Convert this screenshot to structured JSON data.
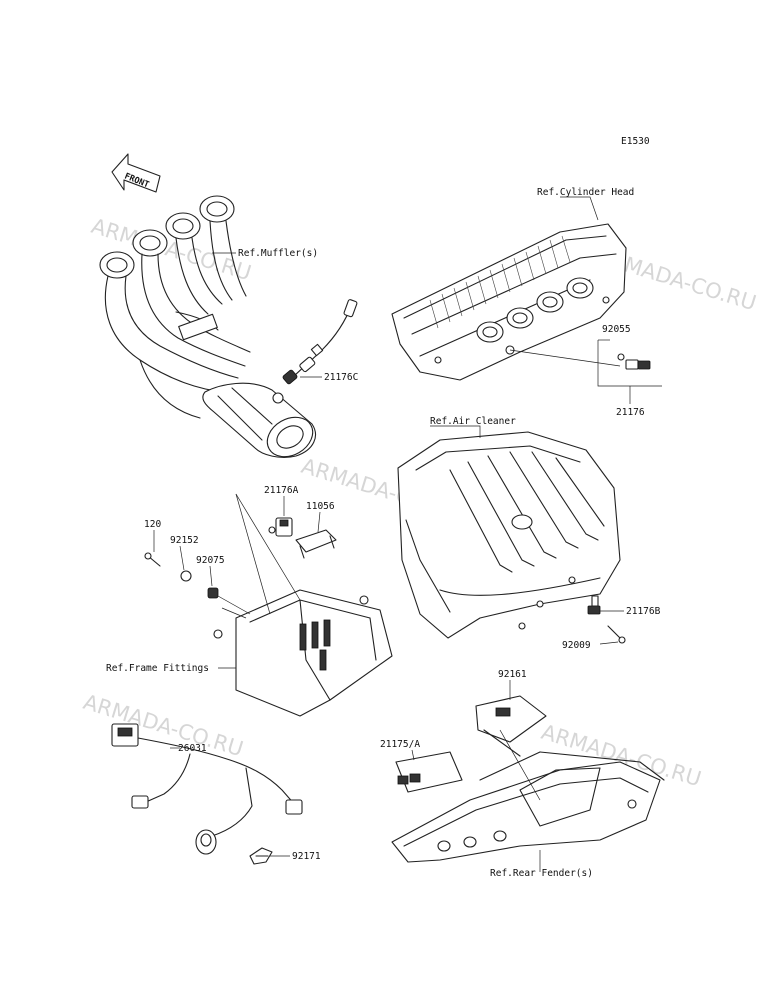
{
  "diagram_code": "E1530",
  "front_arrow_text": "FRONT",
  "watermark": "ARMADA-CO.RU",
  "labels": {
    "ref_cylinder_head": "Ref.Cylinder Head",
    "ref_mufflers": "Ref.Muffler(s)",
    "part_21176C": "21176C",
    "part_92055": "92055",
    "part_21176": "21176",
    "ref_air_cleaner": "Ref.Air Cleaner",
    "part_21176A": "21176A",
    "part_11056": "11056",
    "part_120": "120",
    "part_92152": "92152",
    "part_92075": "92075",
    "part_21176B": "21176B",
    "part_92009": "92009",
    "ref_frame_fittings": "Ref.Frame Fittings",
    "part_92161": "92161",
    "part_26031": "26031",
    "part_21175A": "21175/A",
    "part_92171": "92171",
    "ref_rear_fenders": "Ref.Rear Fender(s)"
  },
  "colors": {
    "line": "#222222",
    "watermark": "#c9c9c9"
  }
}
